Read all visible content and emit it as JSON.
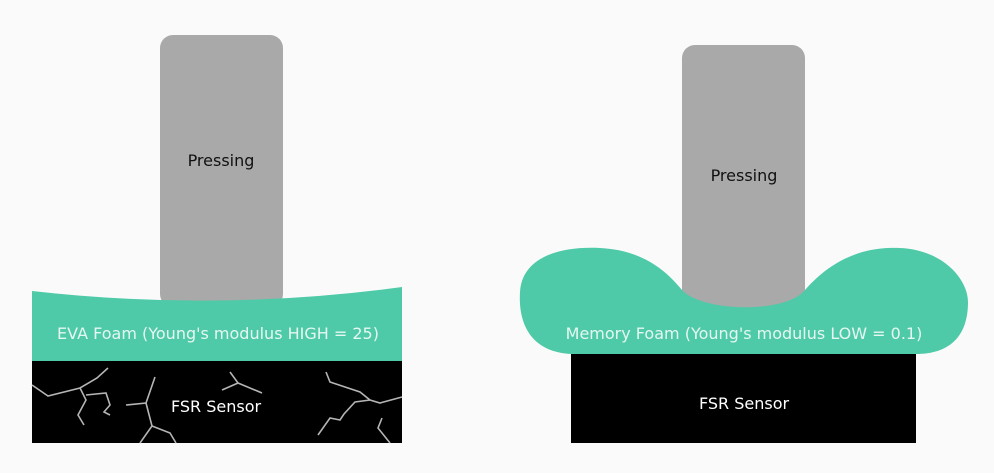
{
  "left_panel": {
    "presser_label": "Pressing",
    "foam_label": "EVA Foam (Young's modulus HIGH = 25)",
    "sensor_label": "FSR Sensor"
  },
  "right_panel": {
    "presser_label": "Pressing",
    "foam_label": "Memory Foam (Young's modulus LOW = 0.1)",
    "sensor_label": "FSR Sensor"
  },
  "colors": {
    "foam": "#4ecaa8",
    "presser": "#a9a9a9",
    "sensor": "#000000",
    "background": "#fafafa"
  }
}
